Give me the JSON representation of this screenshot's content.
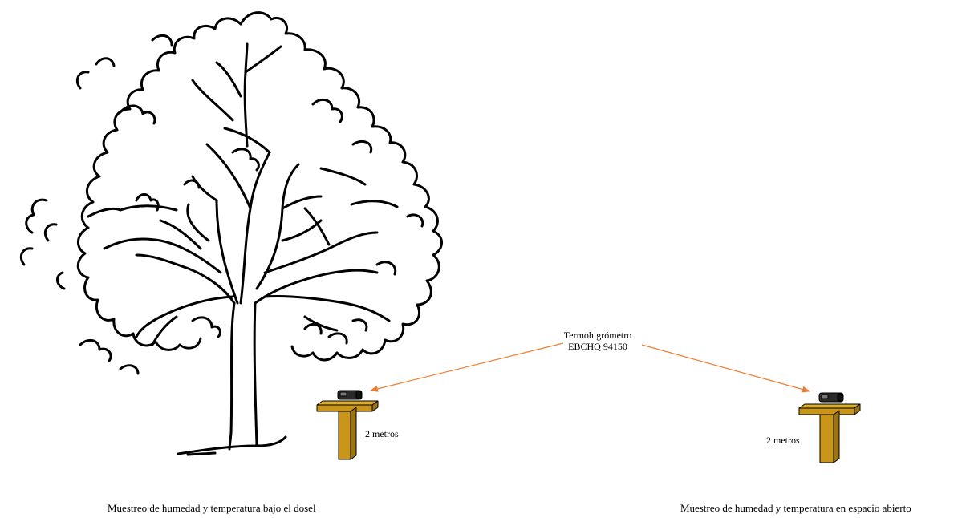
{
  "sensor_label": {
    "line1": "Termohigrómetro",
    "line2": "EBCHQ 94150"
  },
  "stand_left": {
    "height_label": "2 metros"
  },
  "stand_right": {
    "height_label": "2 metros"
  },
  "captions": {
    "left": "Muestreo de humedad y temperatura bajo el dosel",
    "right": "Muestreo de humedad y temperatura en espacio abierto"
  },
  "colors": {
    "arrow": "#ED7D31",
    "stand_face": "#C9961A",
    "stand_side": "#9C7412",
    "stand_top": "#D9AB2E",
    "outline": "#000000",
    "sensor": "#333333"
  }
}
